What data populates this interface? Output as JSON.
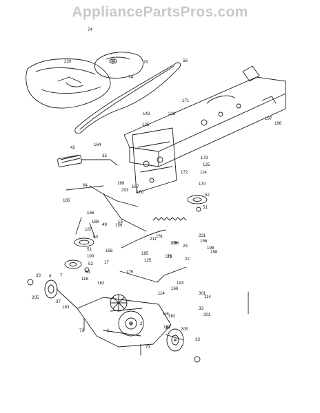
{
  "watermark": "AppliancePartsPros.com",
  "part_labels": [
    "74",
    "220",
    "70",
    "56",
    "74",
    "216",
    "143",
    "171",
    "125",
    "197",
    "196",
    "164",
    "42",
    "35",
    "169",
    "64",
    "167",
    "173",
    "125",
    "203",
    "160",
    "172",
    "114",
    "185",
    "166",
    "159",
    "188",
    "15",
    "170",
    "52",
    "51",
    "49",
    "187",
    "50",
    "161",
    "211",
    "166",
    "221",
    "156",
    "176",
    "22",
    "23",
    "198",
    "158",
    "51",
    "190",
    "52",
    "51",
    "156",
    "17",
    "165",
    "125",
    "176",
    "22",
    "33",
    "9",
    "116",
    "162",
    "175",
    "7",
    "205",
    "193",
    "114",
    "166",
    "37",
    "183",
    "162",
    "301",
    "114",
    "33",
    "201",
    "116",
    "73",
    "183",
    "37",
    "205",
    "33",
    "2",
    "1",
    "73"
  ],
  "colors": {
    "line": "#1a1a1a",
    "shade": "#6e6e6e",
    "watermark": "#c9c9c9"
  }
}
